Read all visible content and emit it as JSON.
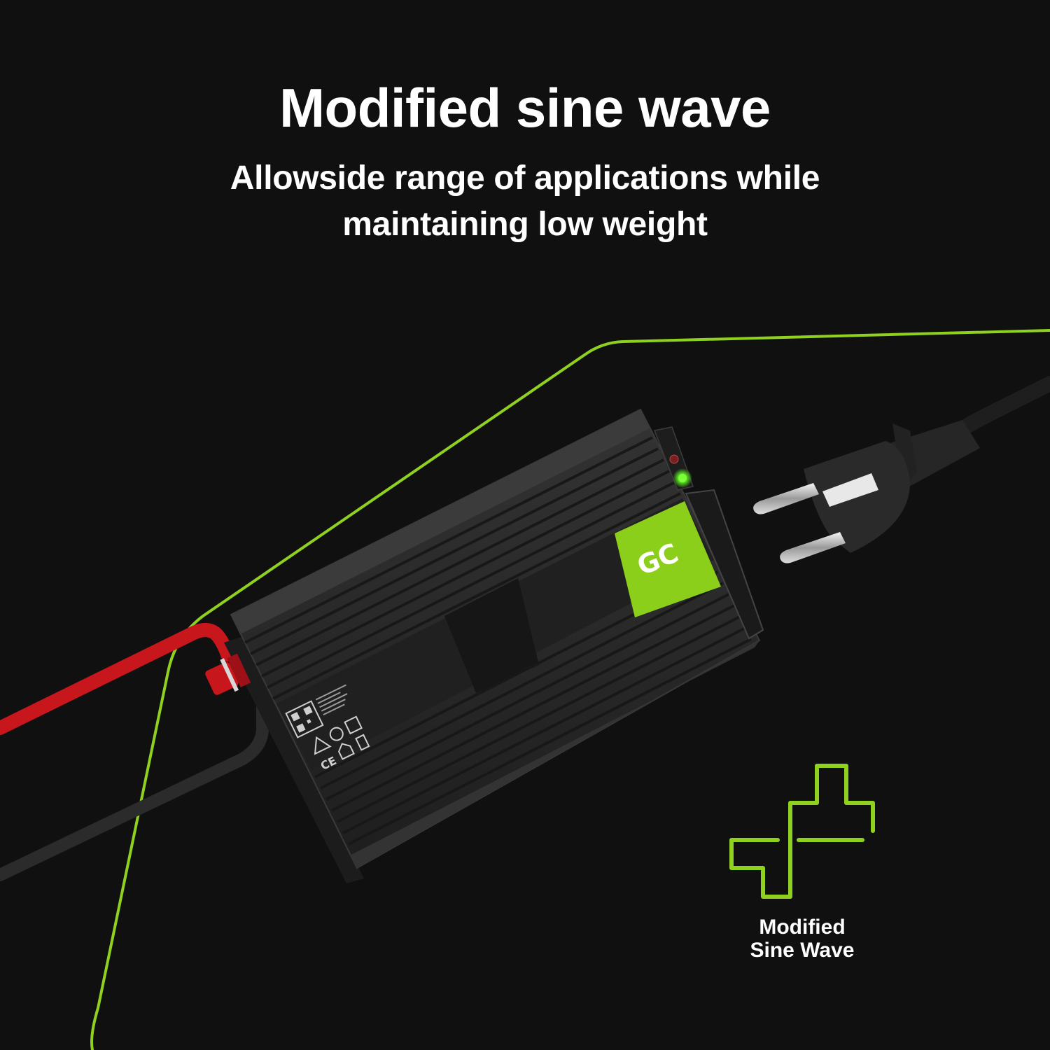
{
  "headline": "Modified sine wave",
  "subheadline": "Allowside range of applications while maintaining low weight",
  "product": {
    "name": "power-inverter",
    "logo_text": "GC",
    "indicators": [
      "red-led",
      "green-led"
    ],
    "label_icons": [
      "qr-code-icon",
      "high-voltage-warning-icon",
      "no-disassembly-icon",
      "double-insulation-icon",
      "ce-mark-icon",
      "indoor-use-icon",
      "weee-bin-icon"
    ]
  },
  "badge": {
    "icon": "modified-sine-wave-icon",
    "caption_line1": "Modified",
    "caption_line2": "Sine Wave"
  },
  "colors": {
    "background": "#101010",
    "accent_green": "#8fd11e",
    "logo_green": "#8ccf1a",
    "cable_red": "#c8161d",
    "housing": "#2a2a2a",
    "text": "#ffffff"
  }
}
